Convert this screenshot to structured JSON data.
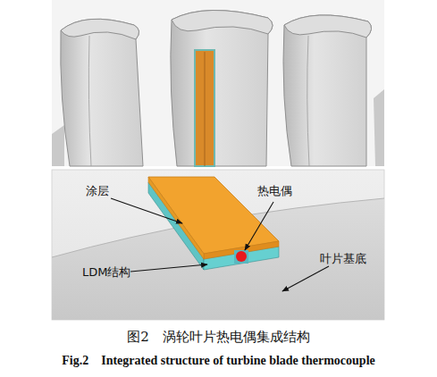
{
  "diagram": {
    "caption": "图2　涡轮叶片热电偶集成结构",
    "labels": [
      "涂层",
      "热电偶",
      "LDM结构",
      "叶片基底",
      "Fig.2　Integrated structure of turbine blade thermocouple"
    ]
  }
}
